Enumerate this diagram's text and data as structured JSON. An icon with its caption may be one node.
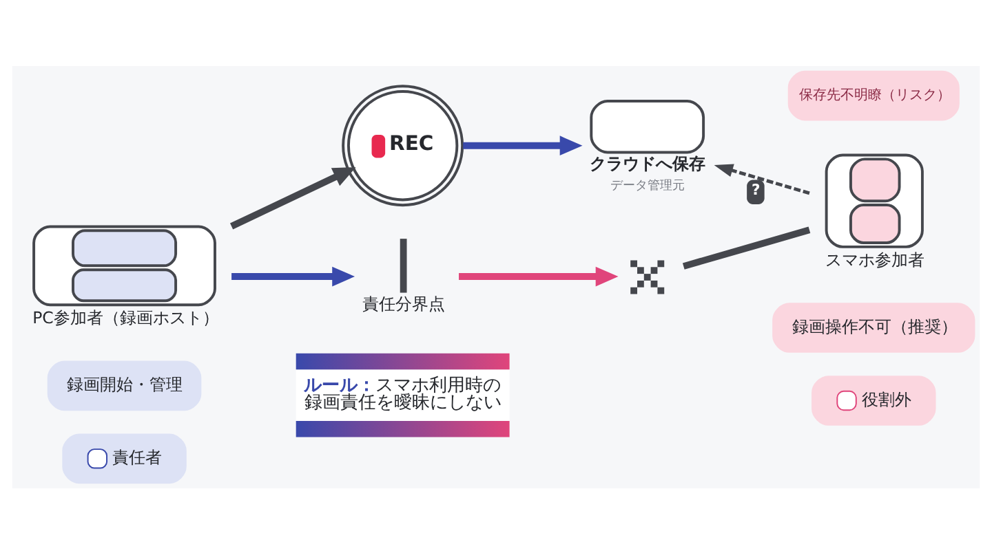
{
  "diagram": {
    "nodes": [
      {
        "text": [
          "REC"
        ]
      },
      {
        "text": [
          "クラウドへ保存"
        ],
        "beside": [
          "データ管理元"
        ]
      },
      {
        "text": [
          "保存先不明瞭（リスク）"
        ]
      },
      {
        "text": [
          "PC参加者（録画ホスト）"
        ]
      },
      {
        "text": [
          "責任分界点"
        ]
      },
      {
        "text": [],
        "shape": "cross"
      },
      {
        "text": [
          "スマホ参加者"
        ]
      },
      {
        "text": [
          "録画開始・管理"
        ]
      },
      {
        "text": [
          "責任者"
        ]
      },
      {
        "text": [
          "**ルール：**スマホ利用時の録画責任を曖昧にしない"
        ]
      },
      {
        "text": [
          "録画操作不可（推奨）"
        ]
      },
      {
        "text": [
          "役割外"
        ]
      }
    ],
    "edges": [
      {
        "from": 3,
        "to": 0,
        "arrow": "to"
      },
      {
        "from": 0,
        "to": 1,
        "arrow": "to",
        "color": "#3949ab"
      },
      {
        "from": 6,
        "to": 1,
        "arrow": "to",
        "style": "dashed",
        "label": "?"
      },
      {
        "from": 3,
        "to": 4,
        "arrow": "to",
        "color": "#3949ab"
      },
      {
        "from": 4,
        "to": 5,
        "arrow": "to",
        "color": "#e0457b"
      },
      {
        "from": 6,
        "to": 5,
        "arrow": "none"
      }
    ]
  }
}
